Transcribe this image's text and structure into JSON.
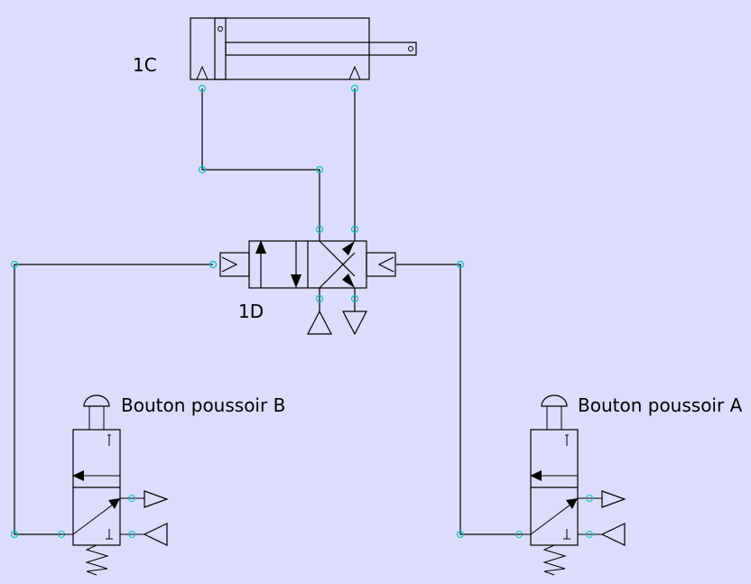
{
  "labels": {
    "cylinder": "1C",
    "distributor": "1D",
    "pushbutton_b": "Bouton poussoir B",
    "pushbutton_a": "Bouton poussoir A"
  },
  "colors": {
    "background": "#dcdcfc",
    "line": "#000000",
    "port": "#00c8c8"
  }
}
